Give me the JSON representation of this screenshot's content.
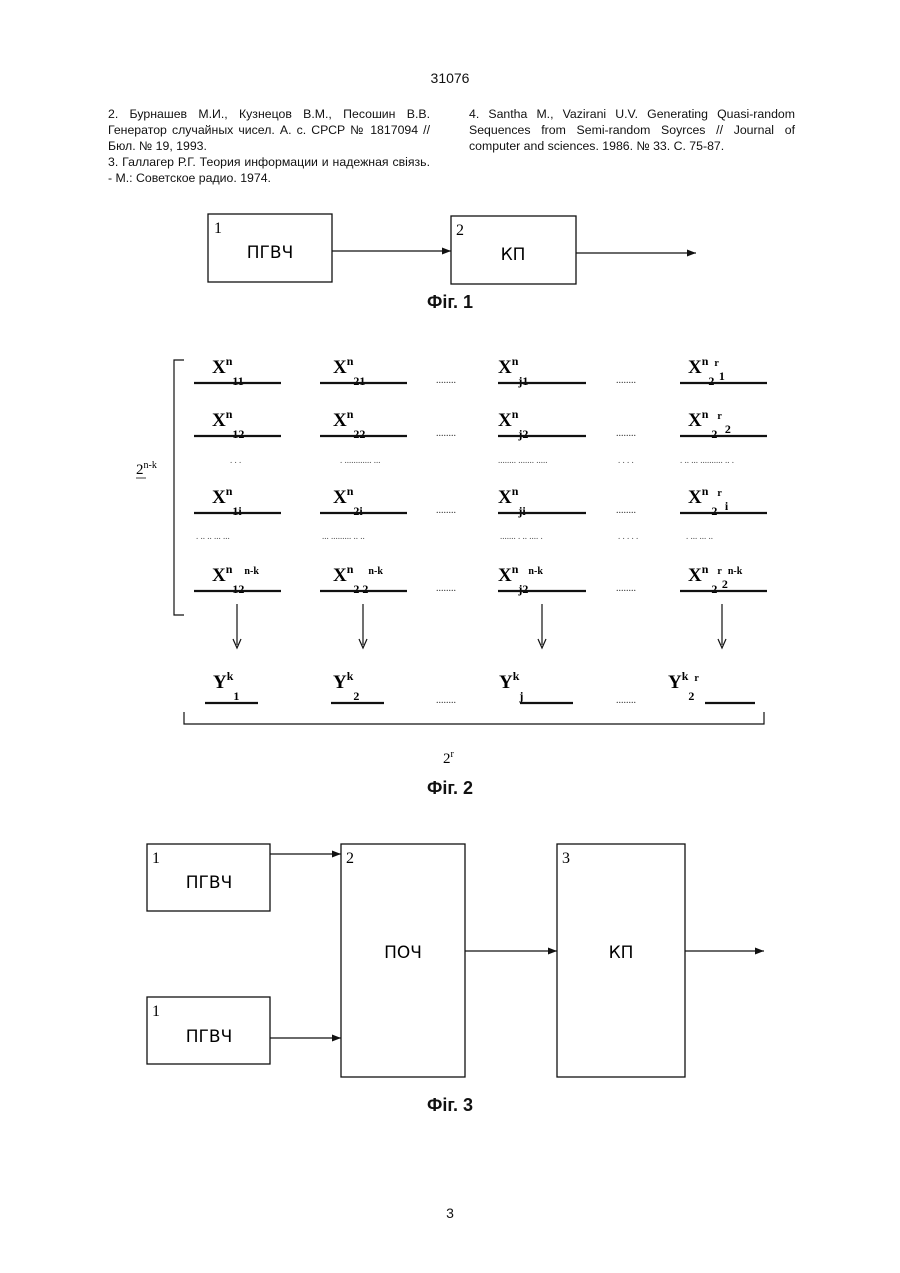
{
  "header": {
    "patent_number": "31076"
  },
  "references": {
    "left": [
      "2. Бурнашев М.И., Кузнецов В.М., Песошин В.В. Генератор случайных чисел. А. с. СРСР № 1817094 // Бюл. № 19, 1993.",
      "3. Галлагер Р.Г. Теория информации и надежная свiязь. - М.: Советское радио. 1974."
    ],
    "right": [
      "4. Santha M., Vazirani U.V. Generating Quasi-random Sequences from Semi-random Soyrces // Journal of computer and sciences. 1986. № 33. С. 75-87."
    ]
  },
  "fig1": {
    "caption": "Фiг. 1",
    "block1": {
      "num": "1",
      "label": "ПГВЧ"
    },
    "block2": {
      "num": "2",
      "label": "КП"
    }
  },
  "fig2": {
    "caption": "Фiг. 2",
    "left_brace_label": {
      "base": "2",
      "exp": "n-k"
    },
    "bottom_brace_label": {
      "base": "2",
      "exp": "r"
    },
    "rows": [
      [
        {
          "b": "X",
          "sup": "n",
          "sub": "11"
        },
        {
          "b": "X",
          "sup": "n",
          "sub": "21"
        },
        {
          "b": "X",
          "sup": "n",
          "sub": "j1"
        },
        {
          "b": "X",
          "sup": "n",
          "sub": "2",
          "subsup": "r",
          "sub2": "1"
        }
      ],
      [
        {
          "b": "X",
          "sup": "n",
          "sub": "12"
        },
        {
          "b": "X",
          "sup": "n",
          "sub": "22"
        },
        {
          "b": "X",
          "sup": "n",
          "sub": "j2"
        },
        {
          "b": "X",
          "sup": "n ",
          "sub": "2",
          "subsup": "r",
          "sub2": " 2"
        }
      ],
      [
        {
          "b": "X",
          "sup": "n",
          "sub": "1i"
        },
        {
          "b": "X",
          "sup": "n",
          "sub": "2i"
        },
        {
          "b": "X",
          "sup": "n",
          "sub": "ji"
        },
        {
          "b": "X",
          "sup": "n ",
          "sub": "2",
          "subsup": "r",
          "sub2": " i"
        }
      ],
      [
        {
          "b": "X",
          "sup": "n",
          "sub": "12",
          "subsup": "n-k"
        },
        {
          "b": "X",
          "sup": "n",
          "sub": "2 2",
          "subsup": "n-k"
        },
        {
          "b": "X",
          "sup": "n",
          "sub": "j2",
          "subsup": "n-k"
        },
        {
          "b": "X",
          "sup": "n ",
          "sub": "2",
          "subsup": "r",
          "sub2": "2",
          "sub2sup": "n-k"
        }
      ]
    ],
    "outputs": [
      {
        "b": "Y",
        "sup": "k",
        "sub": "1"
      },
      {
        "b": "Y",
        "sup": "k",
        "sub": "2"
      },
      {
        "b": "Y",
        "sup": "k",
        "sub": "j"
      },
      {
        "b": "Y",
        "sup": "k",
        "sub": "2",
        "subsup": "r"
      }
    ],
    "ellipsis": "........"
  },
  "fig3": {
    "caption": "Фiг. 3",
    "block_top": {
      "num": "1",
      "label": "ПГВЧ"
    },
    "block_bottom": {
      "num": "1",
      "label": "ПГВЧ"
    },
    "block_mid": {
      "num": "2",
      "label": "ПОЧ"
    },
    "block_right": {
      "num": "3",
      "label": "КП"
    }
  },
  "footer": {
    "page_number": "3"
  }
}
